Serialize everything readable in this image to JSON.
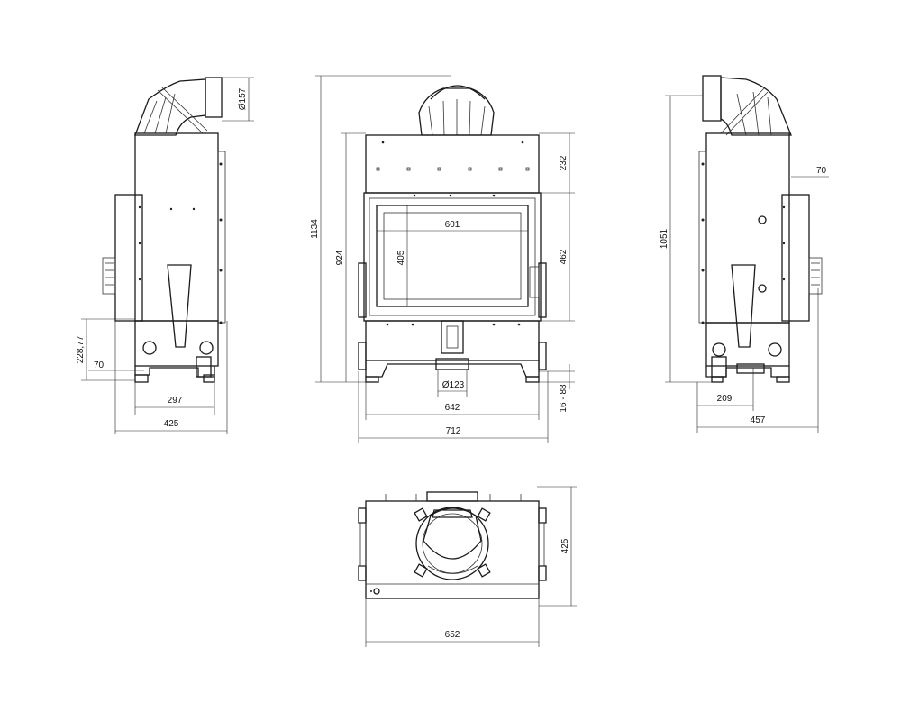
{
  "dimensions": {
    "side_left": {
      "flue_diameter": "Ø157",
      "height_228": "228,77",
      "offset_70": "70",
      "width_297": "297",
      "width_425": "425"
    },
    "front": {
      "height_1134": "1134",
      "height_924": "924",
      "height_232": "232",
      "window_width": "601",
      "window_height": "405",
      "height_462": "462",
      "outlet_diameter": "Ø123",
      "feet_range": "16 - 88",
      "width_642": "642",
      "width_712": "712"
    },
    "side_right": {
      "height_1051": "1051",
      "offset_70": "70",
      "width_209": "209",
      "width_457": "457"
    },
    "top": {
      "depth_425": "425",
      "width_652": "652"
    }
  }
}
